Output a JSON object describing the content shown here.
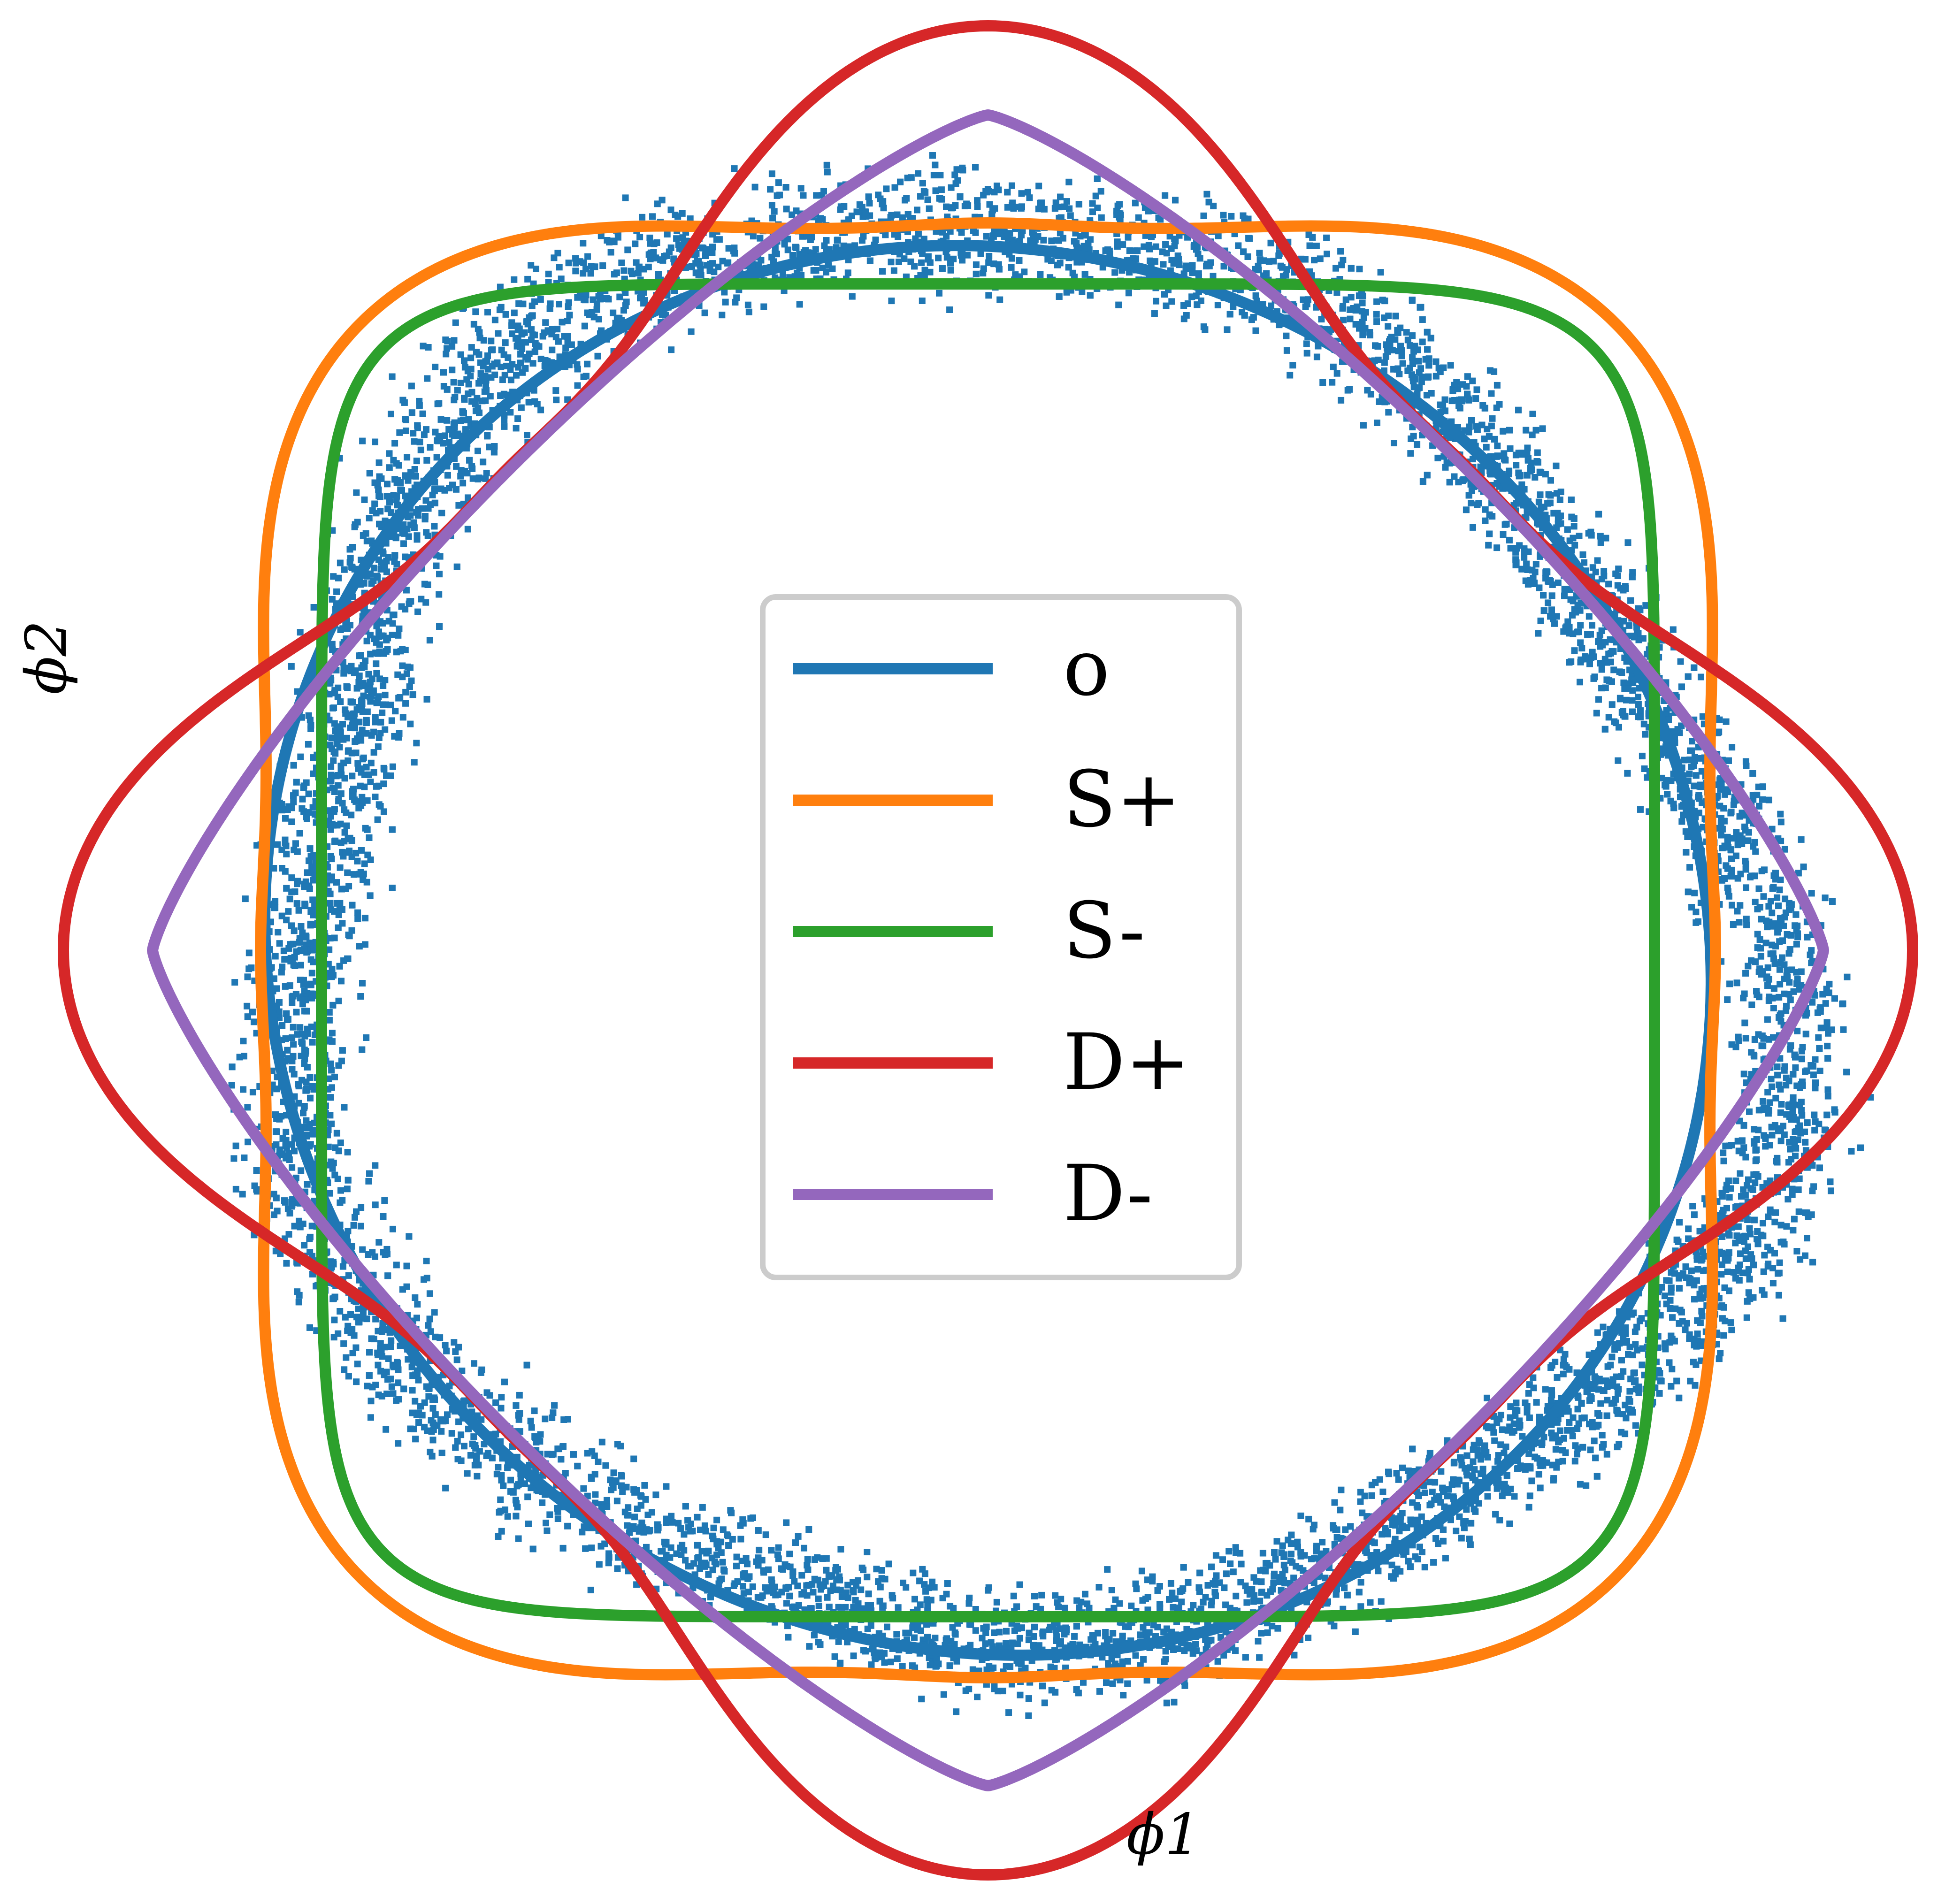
{
  "chart_data": {
    "type": "line",
    "title": "",
    "xlabel": "ϕ1",
    "ylabel": "ϕ2",
    "xlim": [
      -2.0,
      2.0
    ],
    "ylim": [
      -2.0,
      2.0
    ],
    "grid": false,
    "axes_visible": false,
    "legend": {
      "placement": "center",
      "entries": [
        "o",
        "S+",
        "S-",
        "D+",
        "D-"
      ]
    },
    "series": [
      {
        "name": "o",
        "color": "#1f77b4",
        "shape": "ellipse",
        "radius_x": 1.56,
        "radius_y": 1.56,
        "tilt_deg": -30,
        "aspect": 0.95,
        "scatter": {
          "count": 9000,
          "spread": 0.055,
          "color": "#1f77b4"
        }
      },
      {
        "name": "S+",
        "color": "#ff7f0e",
        "shape": "rose4",
        "radius": 1.55,
        "amplitude": 0.34,
        "phase_deg": 45
      },
      {
        "name": "S-",
        "color": "#2ca02c",
        "shape": "superellipse",
        "half_width": 1.42,
        "half_height": 1.42,
        "exponent": 7
      },
      {
        "name": "D+",
        "color": "#d62728",
        "shape": "rose4",
        "radius": 1.45,
        "amplitude": 0.52,
        "phase_deg": 0
      },
      {
        "name": "D-",
        "color": "#9467bd",
        "shape": "superellipse",
        "half_width": 1.78,
        "half_height": 1.78,
        "exponent": 1.25
      }
    ]
  }
}
